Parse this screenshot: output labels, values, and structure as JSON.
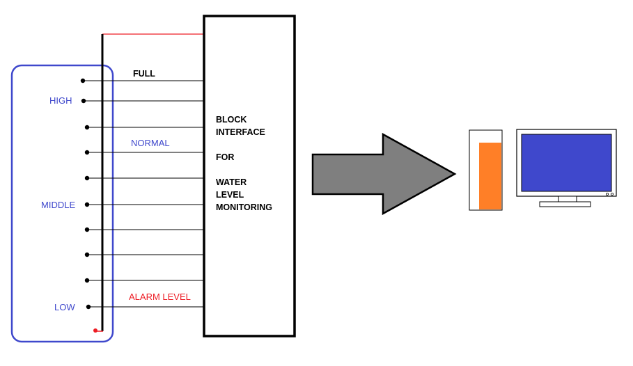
{
  "labels": {
    "full": "FULL",
    "high": "HIGH",
    "normal": "NORMAL",
    "middle": "MIDDLE",
    "low": "LOW",
    "alarm": "ALARM LEVEL"
  },
  "block": {
    "line1": "BLOCK",
    "line2": "INTERFACE",
    "line3": "FOR",
    "line4": "WATER",
    "line5": "LEVEL",
    "line6": "MONITORING"
  },
  "colors": {
    "tank_outline": "#3f48cc",
    "accent_red": "#ed1c24",
    "arrow_fill": "#7f7f7f",
    "tower_orange": "#ff7f27",
    "screen_blue": "#3f48cc"
  },
  "icons": {
    "arrow": "right-arrow-icon",
    "computer": "desktop-computer-icon"
  }
}
